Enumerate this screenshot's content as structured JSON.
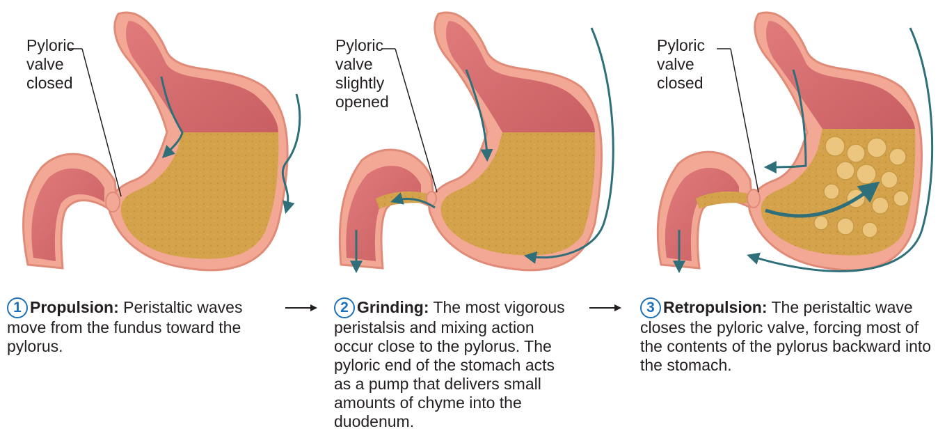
{
  "colors": {
    "chyme": "#d4a24a",
    "mucosa": "#d56f6f",
    "wall": "#f2a894",
    "arrow": "#2e6f7a",
    "circle": "#1d71b8"
  },
  "panels": [
    {
      "valve_label": [
        "Pyloric",
        "valve",
        "closed"
      ],
      "step_number": "1",
      "step_title": "Propulsion:",
      "step_text": " Peristaltic waves move from the fundus toward the pylorus."
    },
    {
      "valve_label": [
        "Pyloric",
        "valve",
        "slightly",
        "opened"
      ],
      "step_number": "2",
      "step_title": "Grinding:",
      "step_text": " The most vigorous peristalsis and mixing action occur close to the pylorus. The pyloric end of the stomach acts as a pump that delivers small amounts of chyme into the duodenum."
    },
    {
      "valve_label": [
        "Pyloric",
        "valve",
        "closed"
      ],
      "step_number": "3",
      "step_title": "Retropulsion:",
      "step_text": " The peristaltic wave closes the pyloric valve, forcing most of the contents of the pylorus backward into the stomach."
    }
  ]
}
